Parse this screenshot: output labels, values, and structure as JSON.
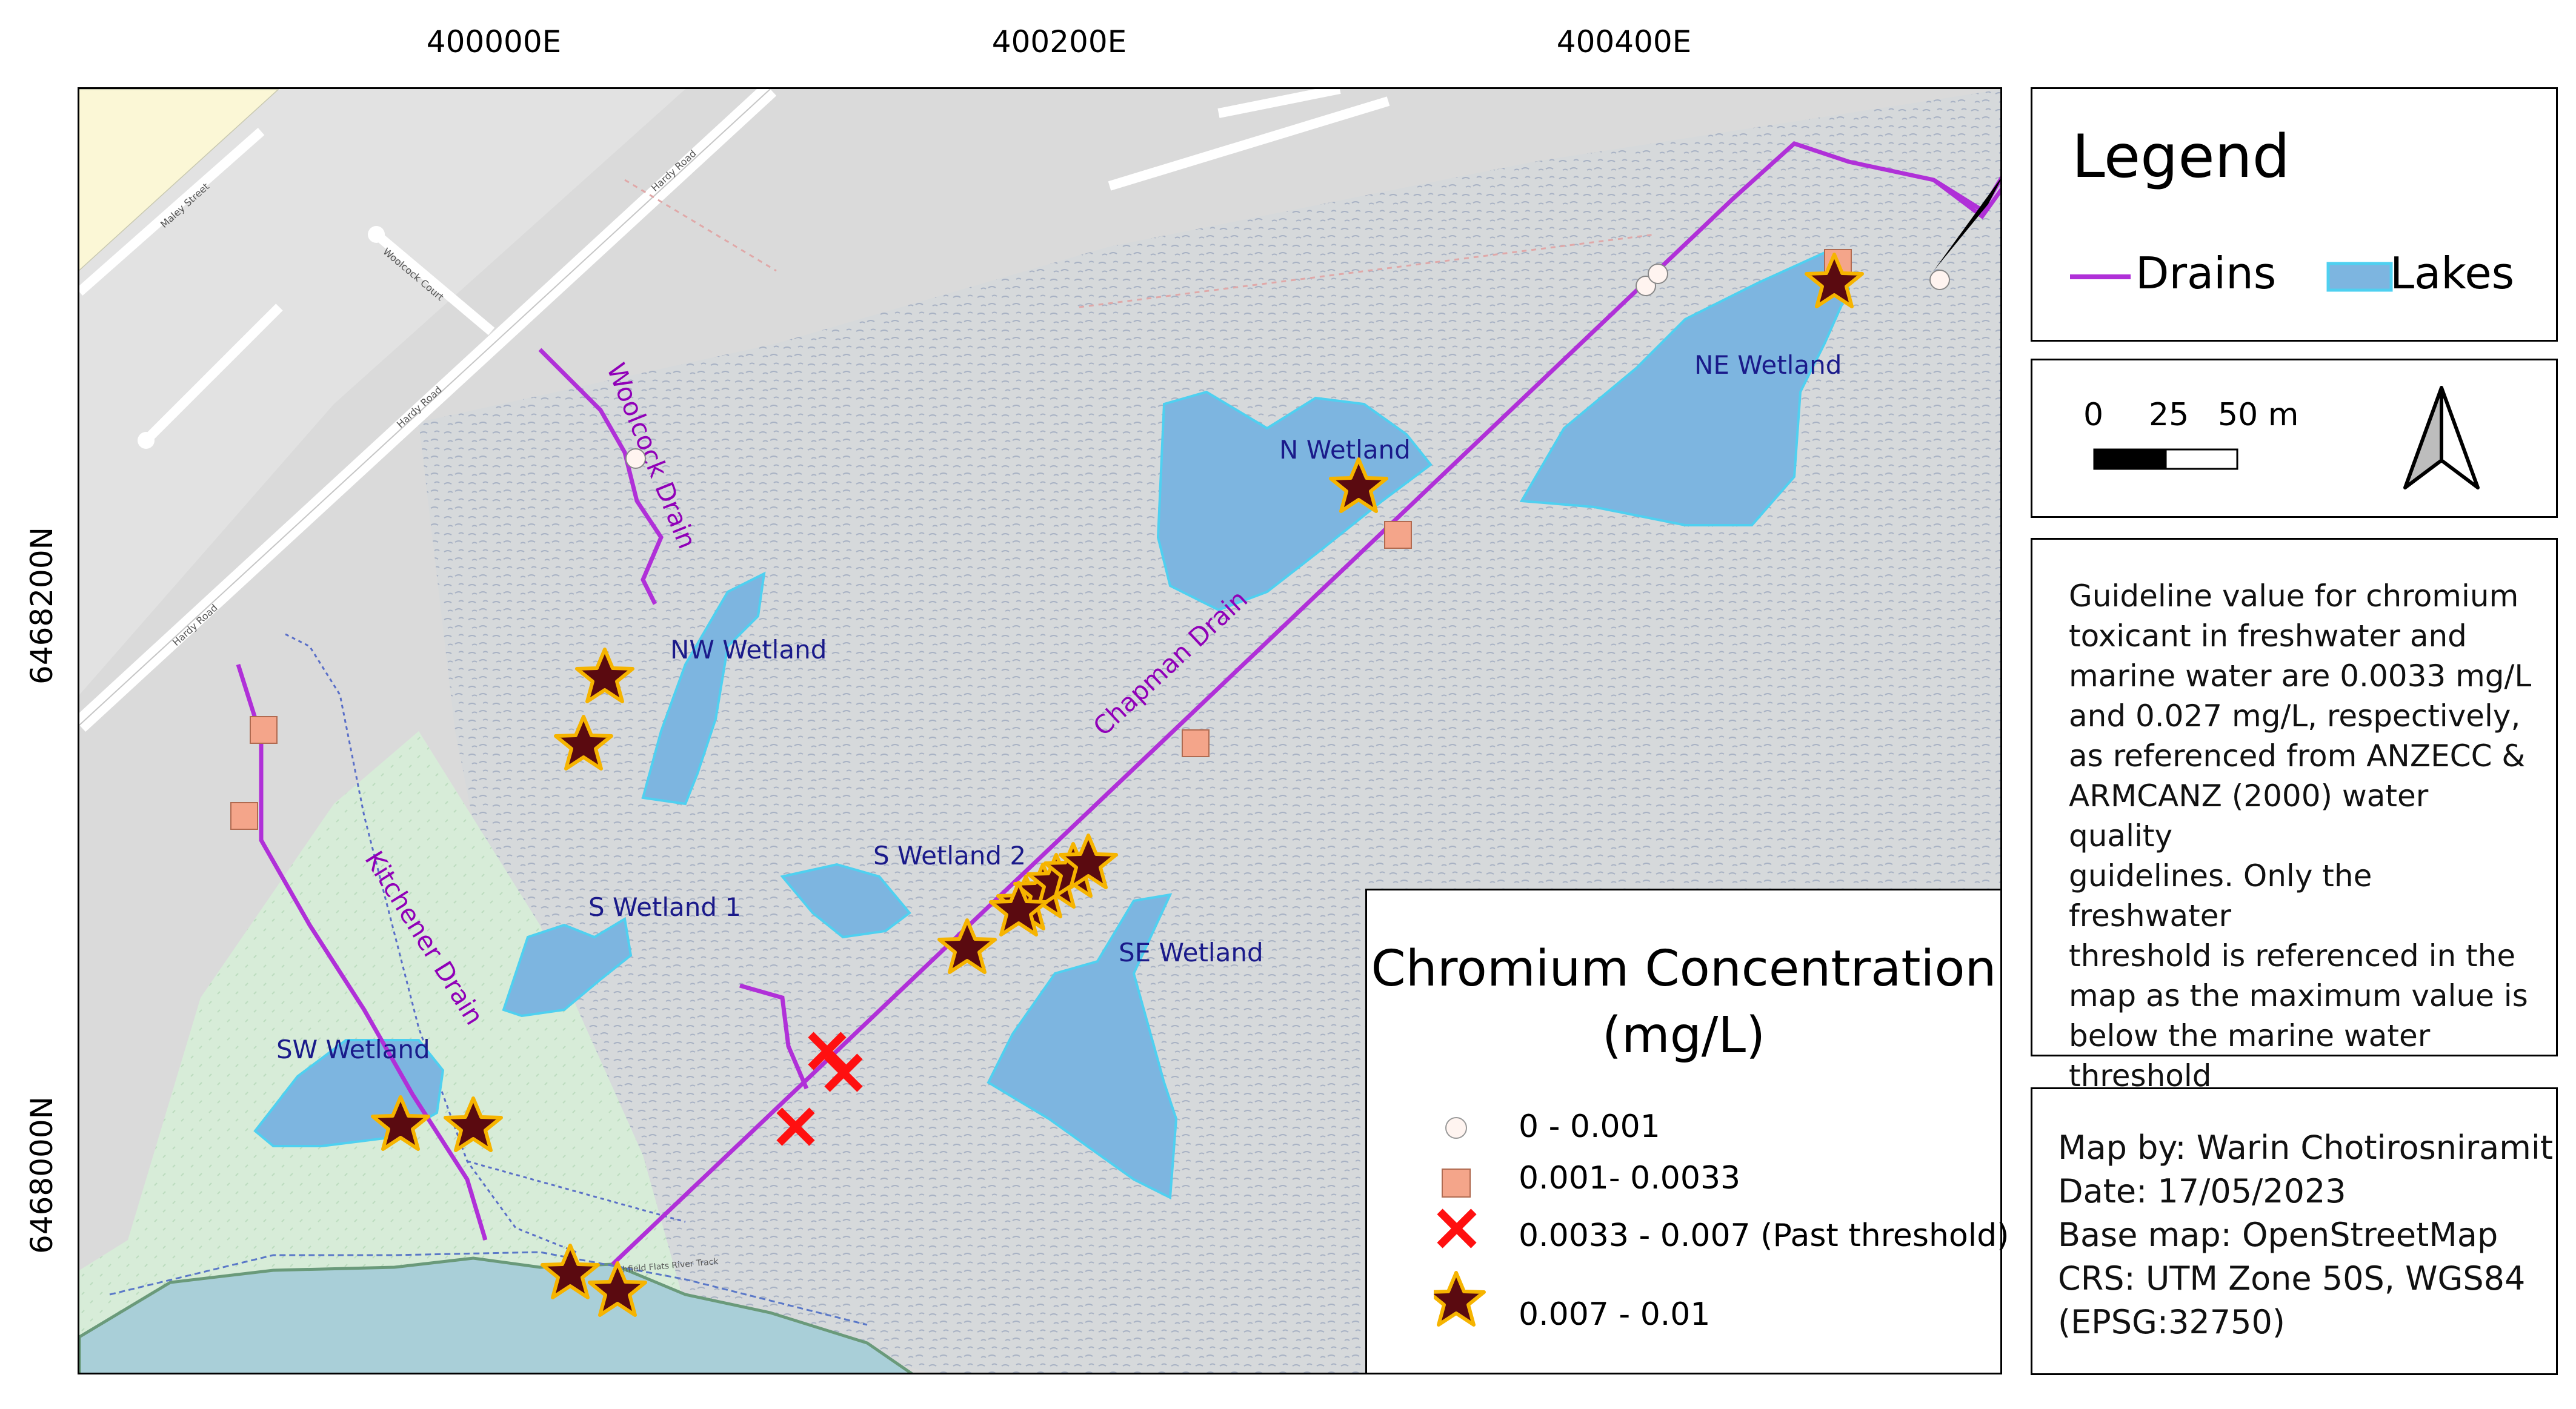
{
  "grid": {
    "eastings": [
      "400000E",
      "400200E",
      "400400E"
    ],
    "northings": [
      "6468200N",
      "6468000N"
    ]
  },
  "map_labels": {
    "wetlands": [
      "NE Wetland",
      "N Wetland",
      "NW Wetland",
      "S Wetland 2",
      "S Wetland 1",
      "SE Wetland",
      "SW Wetland"
    ],
    "drains": [
      "Woolcock Drain",
      "Chapman Drain",
      "Kitchener Drain"
    ],
    "streets": [
      "Maley Street",
      "Woolcock Court",
      "Hardy Road",
      "Hardy Road",
      "Hardy Road",
      "Ashfield Flats River Track"
    ]
  },
  "legend": {
    "title": "Legend",
    "drains_label": "Drains",
    "lakes_label": "Lakes",
    "colors": {
      "drain": "#b030d8",
      "lake": "#7db5e0",
      "lake_outline": "#4fd0f0"
    }
  },
  "scale_bar": {
    "labels": [
      "0",
      "25",
      "50 m"
    ]
  },
  "north_arrow": {
    "icon": "north-arrow-icon"
  },
  "note": {
    "lines": [
      "Guideline value for chromium",
      "toxicant in freshwater and",
      "marine water are 0.0033 mg/L",
      "and 0.027 mg/L, respectively,",
      "as referenced from ANZECC &",
      "ARMCANZ (2000) water quality",
      "guidelines. Only the freshwater",
      "threshold is referenced in the",
      "map as the maximum value is",
      "below the marine water",
      "threshold"
    ]
  },
  "credits": {
    "lines": [
      "Map by: Warin Chotirosniramit",
      "Date: 17/05/2023",
      "Base map: OpenStreetMap",
      "CRS: UTM Zone 50S, WGS84",
      "(EPSG:32750)"
    ]
  },
  "concentration_legend": {
    "title_line1": "Chromium Concentration",
    "title_line2": "(mg/L)",
    "classes": [
      {
        "label": "0 - 0.001",
        "symbol": "white-circle",
        "color": "#fff4f0"
      },
      {
        "label": "0.001- 0.0033",
        "symbol": "square",
        "color": "#f4a58a"
      },
      {
        "label": "0.0033 - 0.007 (Past threshold)",
        "symbol": "cross",
        "color": "#ff1010"
      },
      {
        "label": "0.007 - 0.01",
        "symbol": "star",
        "color": "#5a0a10"
      }
    ]
  }
}
